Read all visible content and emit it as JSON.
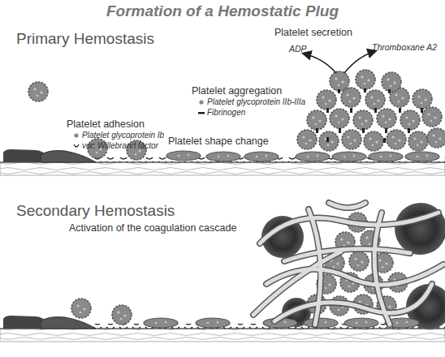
{
  "diagram": {
    "title": "Formation of a Hemostatic Plug",
    "labels": [
      "Primary Hemostasis",
      "Platelet secretion",
      "ADP",
      "Thromboxane A2",
      "Platelet aggregation",
      "Platelet adhesion",
      "Platelet shape change",
      "Secondary Hemostasis",
      "Activation of the coagulation cascade"
    ],
    "legend": [
      {
        "text": "Platelet glycoprotein Ib"
      },
      {
        "text": "von Willebrand factor"
      },
      {
        "text": "Platelet glycoprotein IIb-IIIa"
      },
      {
        "text": "Fibrinogen"
      }
    ]
  }
}
